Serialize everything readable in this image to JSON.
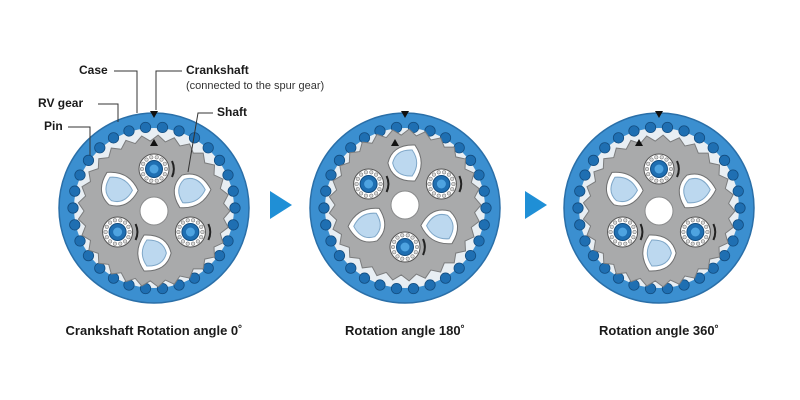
{
  "labels": {
    "case": "Case",
    "crankshaft": "Crankshaft",
    "crankshaft_note": "(connected to the spur gear)",
    "rv_gear": "RV gear",
    "pin": "Pin",
    "shaft": "Shaft"
  },
  "stages": [
    {
      "caption": "Crankshaft Rotation angle 0˚",
      "rotation_deg": 0
    },
    {
      "caption": "Rotation angle 180˚",
      "rotation_deg": 180
    },
    {
      "caption": "Rotation angle 360˚",
      "rotation_deg": 360
    }
  ],
  "colors": {
    "case_blue": "#3b8fd0",
    "pin_blue": "#1f6fb2",
    "gear_gray": "#a9aaab",
    "lobe_light": "#bcd8ef",
    "arrow_blue": "#1f8fd6"
  },
  "icons": [
    "right-arrow-icon",
    "marker-triangle-icon",
    "bearing-ring-icon"
  ]
}
